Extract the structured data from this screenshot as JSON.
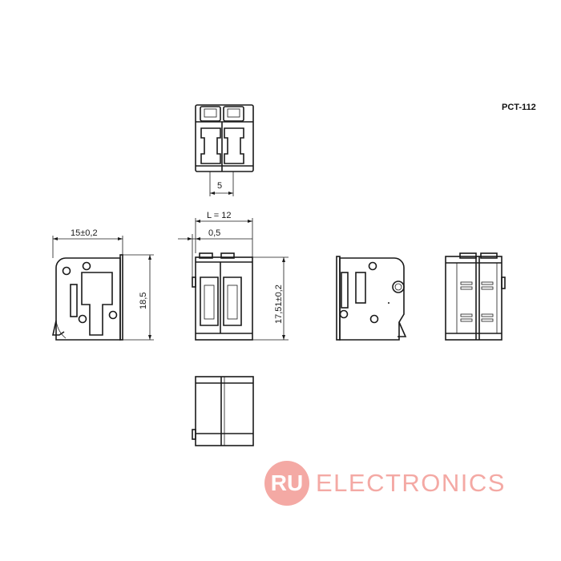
{
  "part_number": "PCT-112",
  "dimensions": {
    "pitch": "5",
    "length": "L = 12",
    "offset": "0,5",
    "width": "15±0,2",
    "height": "18,5",
    "depth": "17,51±0,2"
  },
  "watermark": {
    "ru": "RU",
    "text": "ELECTRONICS",
    "color": "#f4a9a4"
  },
  "line_color": "#1a1a1a"
}
